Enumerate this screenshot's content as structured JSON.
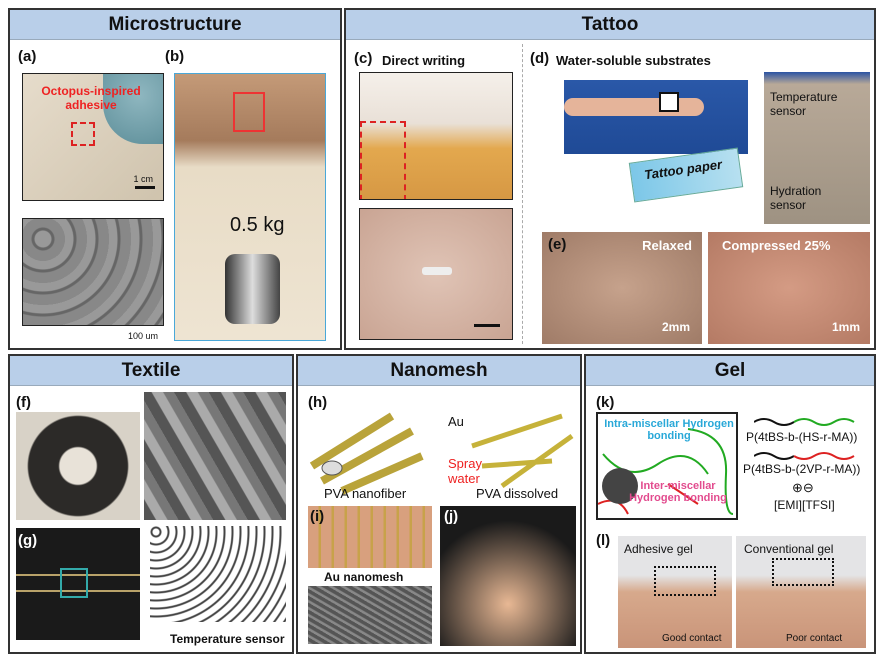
{
  "microstructure": {
    "title": "Microstructure",
    "a": "(a)",
    "b": "(b)",
    "adhesive_label": "Octopus-inspired adhesive",
    "scale_1cm": "1 cm",
    "scale_100um": "100 um",
    "weight": "0.5 kg"
  },
  "tattoo": {
    "title": "Tattoo",
    "c": "(c)",
    "c_title": "Direct writing",
    "d": "(d)",
    "d_title": "Water-soluble substrates",
    "tattoo_paper": "Tattoo paper",
    "temp_sensor": "Temperature sensor",
    "hydration_sensor": "Hydration sensor",
    "e": "(e)",
    "relaxed": "Relaxed",
    "compressed": "Compressed 25%",
    "scale_2mm": "2mm",
    "scale_1mm": "1mm"
  },
  "textile": {
    "title": "Textile",
    "f": "(f)",
    "g": "(g)",
    "temp_sensor": "Temperature sensor"
  },
  "nanomesh": {
    "title": "Nanomesh",
    "h": "(h)",
    "au": "Au",
    "spray_water": "Spray water",
    "pva_nanofiber": "PVA nanofiber",
    "pva_dissolved": "PVA dissolved",
    "i": "(i)",
    "au_nanomesh": "Au nanomesh",
    "j": "(j)"
  },
  "gel": {
    "title": "Gel",
    "k": "(k)",
    "intra": "Intra-miscellar Hydrogen bonding",
    "inter": "Inter-miscellar Hydrogen bonding",
    "polymer1": "P(4tBS-b-(HS-r-MA))",
    "polymer2": "P(4tBS-b-(2VP-r-MA))",
    "ions": "⊕⊖",
    "ionic_liquid": "[EMI][TFSI]",
    "l": "(l)",
    "adhesive_gel": "Adhesive gel",
    "conventional_gel": "Conventional gel",
    "good_contact": "Good contact",
    "poor_contact": "Poor contact"
  }
}
